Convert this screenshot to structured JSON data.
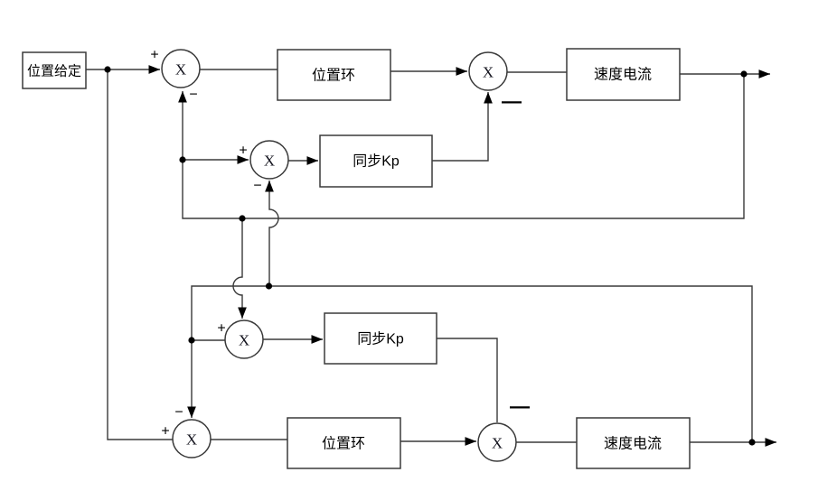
{
  "blocks": {
    "setpoint": "位置给定",
    "top": {
      "position_loop": "位置环",
      "sync_kp": "同步Kp",
      "speed_current": "速度电流"
    },
    "bottom": {
      "sync_kp": "同步Kp",
      "position_loop": "位置环",
      "speed_current": "速度电流"
    }
  },
  "junctions": {
    "symbol": "X",
    "signs": {
      "sum1_left": "+",
      "sum1_bottom": "−",
      "sum2_bottom": "—",
      "sum3_left": "+",
      "sum3_bottom": "−",
      "sync_bottom_left": "+",
      "sum4_left": "+",
      "sum4_top": "−",
      "sum5_top": "—"
    }
  },
  "colors": {
    "line": "#3a3a3a",
    "marks": "#000000",
    "background": "#ffffff"
  }
}
